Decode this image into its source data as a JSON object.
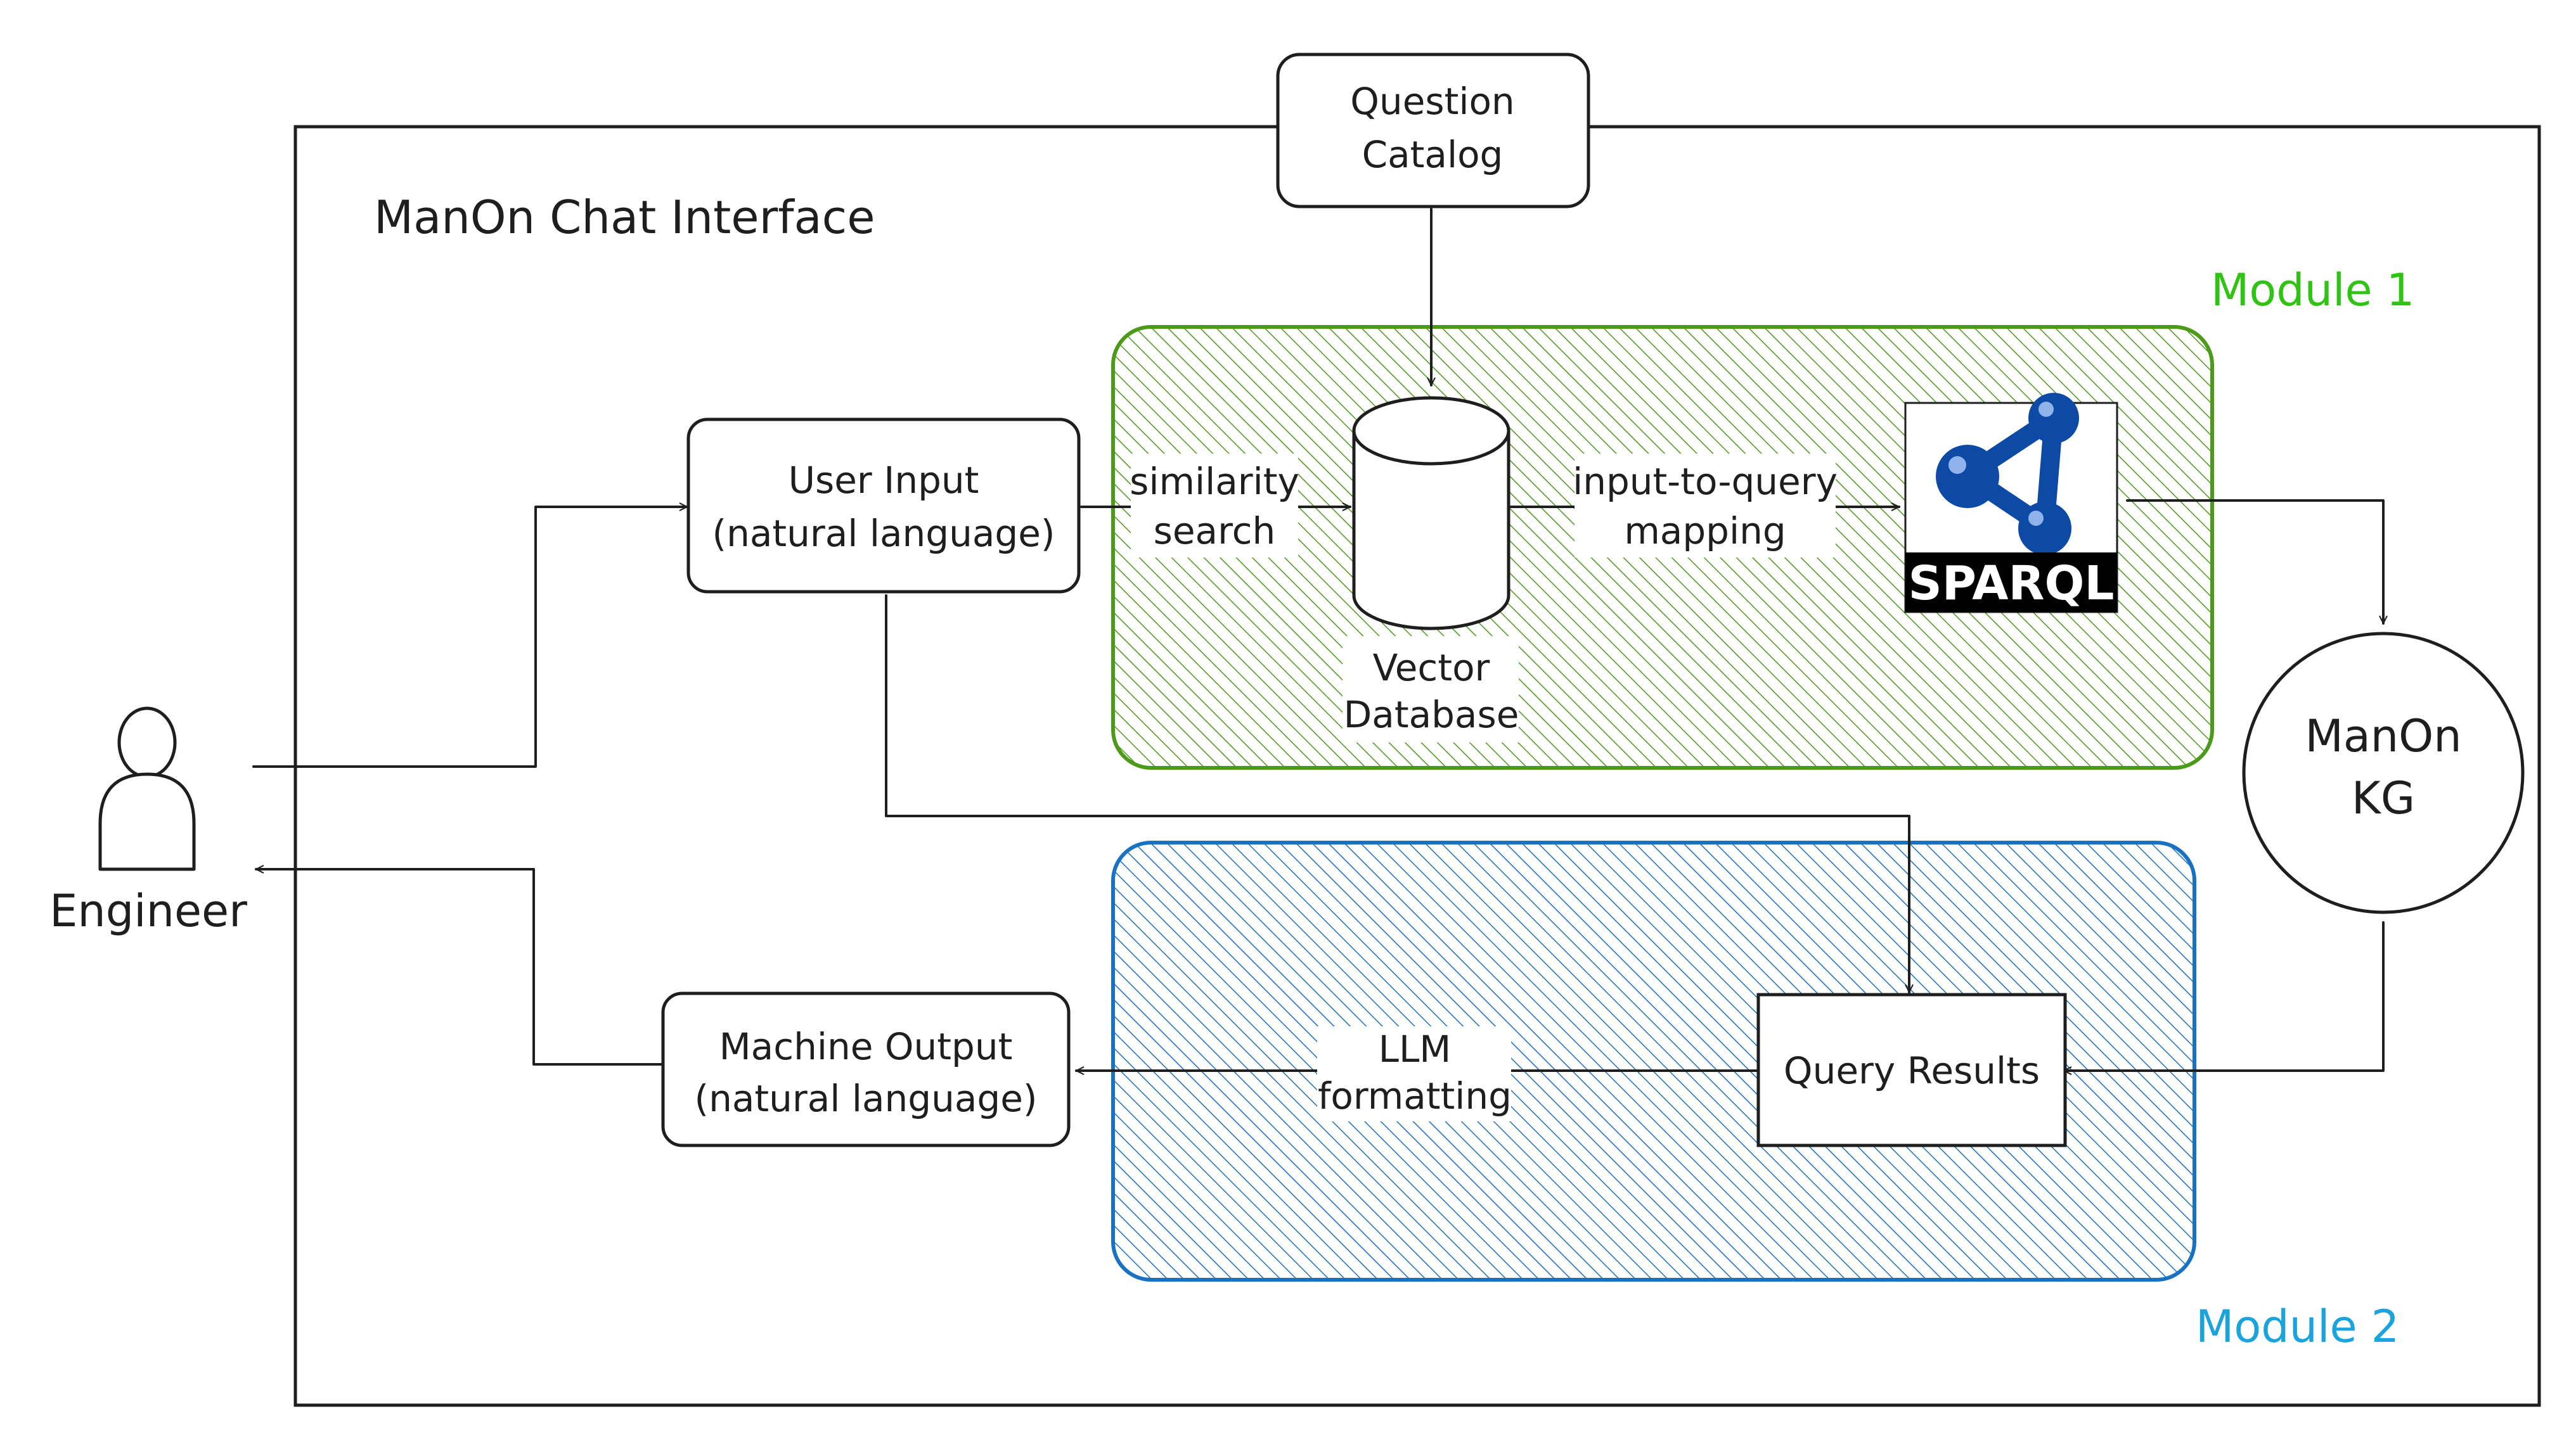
{
  "title": "ManOn Chat Interface",
  "module1": {
    "label": "Module 1",
    "color": "#2fc313"
  },
  "module2": {
    "label": "Module 2",
    "color": "#1aa3dd"
  },
  "colors": {
    "green_region": "#4c9a1a",
    "blue_region": "#1971c2",
    "ink": "#1e1e1e",
    "sparql_blue": "#0d4aa5"
  },
  "nodes": {
    "question_catalog": {
      "line1": "Question",
      "line2": "Catalog"
    },
    "user_input": {
      "line1": "User Input",
      "line2": "(natural language)"
    },
    "vector_db": {
      "line1": "Vector",
      "line2": "Database"
    },
    "sparql": {
      "text": "SPARQL"
    },
    "kg": {
      "line1": "ManOn",
      "line2": "KG"
    },
    "query_results": {
      "text": "Query Results"
    },
    "machine_output": {
      "line1": "Machine Output",
      "line2": "(natural language)"
    },
    "engineer": {
      "label": "Engineer"
    }
  },
  "edges": {
    "similarity": {
      "line1": "similarity",
      "line2": "search"
    },
    "mapping": {
      "line1": "input-to-query",
      "line2": "mapping"
    },
    "llm": {
      "line1": "LLM",
      "line2": "formatting"
    }
  }
}
